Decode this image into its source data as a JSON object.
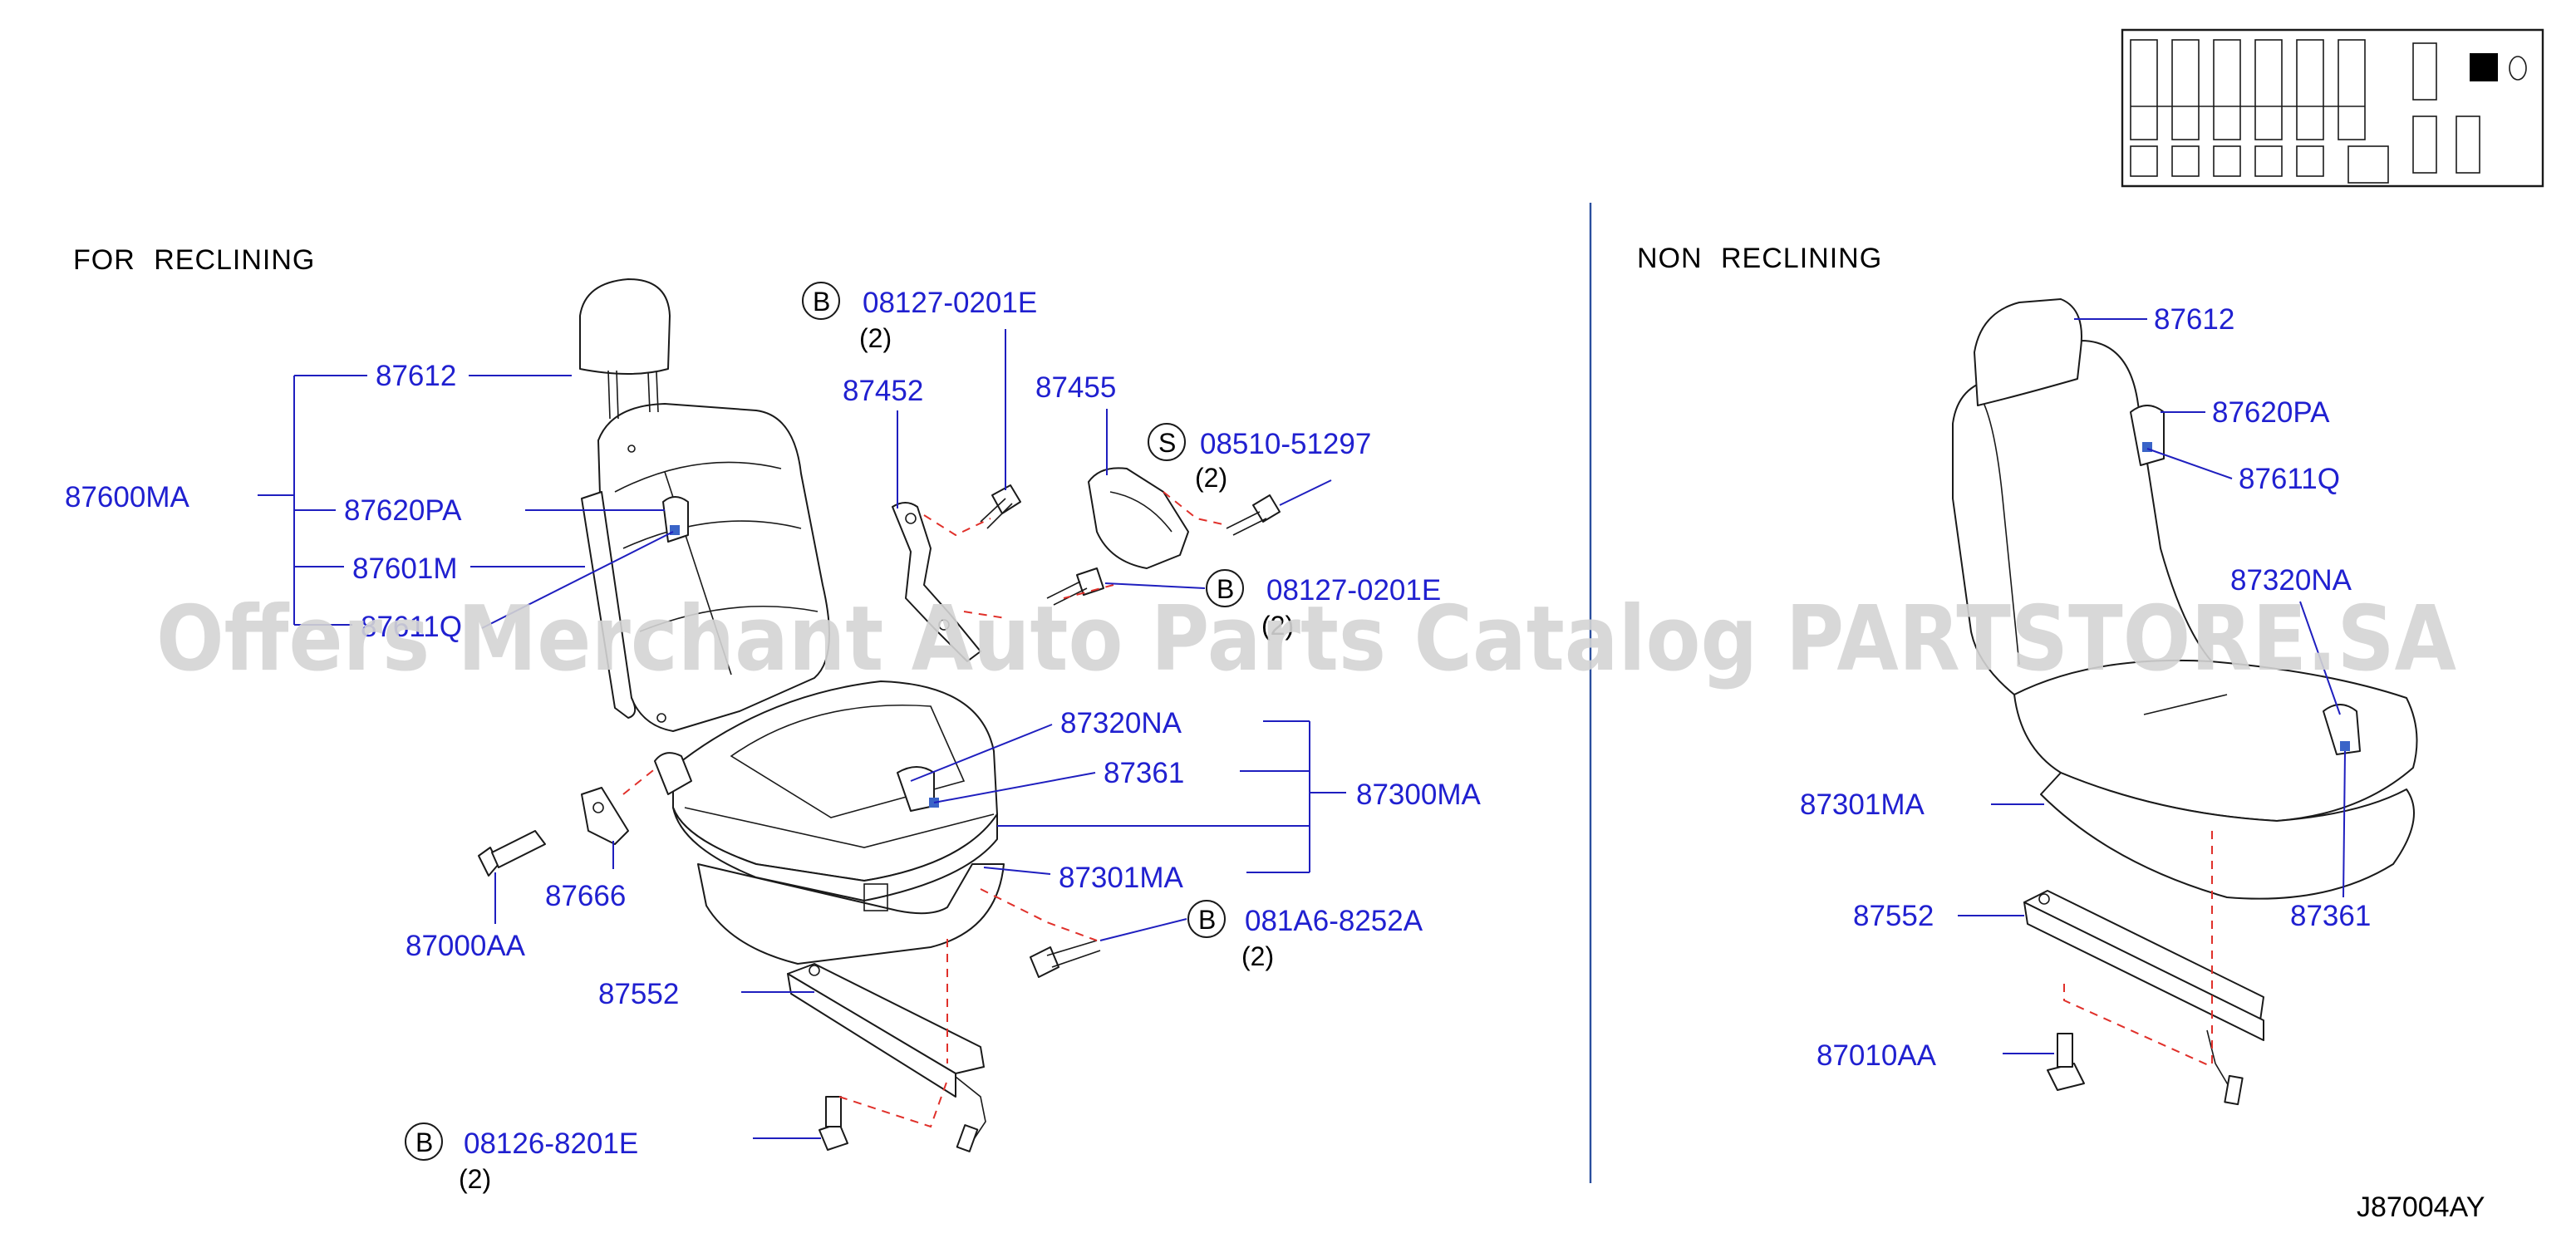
{
  "colors": {
    "callout": "#2020d0",
    "leader": "#1f1fbf",
    "line": "#1a1a1a",
    "assembly_dash": "#e0302a",
    "divider": "#2b4f9e",
    "watermark": "#d4d4d4"
  },
  "sections": {
    "left": {
      "title": "FOR RECLINING"
    },
    "right": {
      "title": "NON RECLINING"
    }
  },
  "left_callouts": {
    "headrest": "87612",
    "seat_back_assy": "87600MA",
    "headrest_holder": "87620PA",
    "back_trim": "87601M",
    "back_lock": "87611Q",
    "hinge_bolt_part": "08127-0201E",
    "hinge_bolt_qty": "(2)",
    "hinge_bolt_letter": "B",
    "recliner_bracket": "87452",
    "recliner_cover": "87455",
    "screw_part": "08510-51297",
    "screw_qty": "(2)",
    "screw_letter": "S",
    "lower_bolt_part": "08127-0201E",
    "lower_bolt_qty": "(2)",
    "lower_bolt_letter": "B",
    "cushion_holder": "87320NA",
    "cushion_clip": "87361",
    "cushion_assy": "87300MA",
    "cushion_trim": "87301MA",
    "knuckle_cover": "87666",
    "knuckle_bolt": "87000AA",
    "slide_bolt_part": "081A6-8252A",
    "slide_bolt_qty": "(2)",
    "slide_bolt_letter": "B",
    "slide_rail": "87552",
    "rail_bolt_part": "08126-8201E",
    "rail_bolt_qty": "(2)",
    "rail_bolt_letter": "B"
  },
  "right_callouts": {
    "headrest": "87612",
    "headrest_holder": "87620PA",
    "back_lock": "87611Q",
    "cushion_holder": "87320NA",
    "cushion_trim": "87301MA",
    "slide_rail": "87552",
    "cushion_clip": "87361",
    "rail_bolt": "87010AA"
  },
  "figure_code": "J87004AY",
  "watermark": "Offers Merchant Auto Parts Catalog PARTSTORE.SA"
}
